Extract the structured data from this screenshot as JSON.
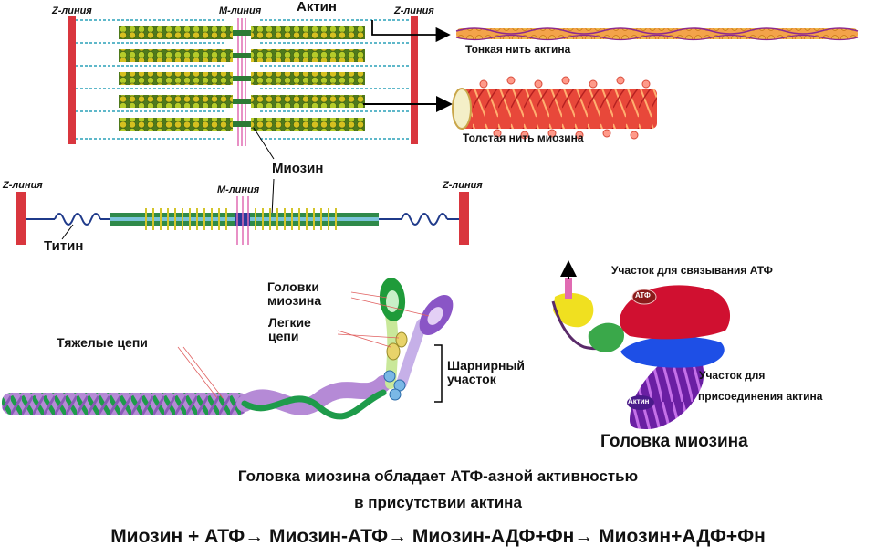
{
  "sarcomere": {
    "z_line_left": "Z-линия",
    "m_line": "M-линия",
    "actin": "Актин",
    "z_line_right": "Z-линия",
    "thin_filament": "Тонкая нить актина",
    "thick_filament": "Толстая нить миозина",
    "myosin": "Миозин"
  },
  "titin_row": {
    "z_line_left": "Z-линия",
    "m_line": "M-линия",
    "z_line_right": "Z-линия",
    "titin": "Титин"
  },
  "myosin_molecule": {
    "heads": "Головки миозина",
    "light_chains": "Легкие цепи",
    "heavy_chains": "Тяжелые цепи",
    "hinge": "Шарнирный участок"
  },
  "myosin_head": {
    "atp_site": "Участок для связывания АТФ",
    "atp_badge": "АТФ",
    "actin_site_line1": "Участок для",
    "actin_site_line2": "присоединения актина",
    "actin_badge": "Актин",
    "title": "Головка миозина"
  },
  "caption": {
    "line1": "Головка миозина обладает АТФ-азной активностью",
    "line2": "в присутствии актина"
  },
  "formula": "Миозин + АТФ→ Миозин-АТФ→ Миозин-АДФ+Фн→ Миозин+АДФ+Фн"
}
